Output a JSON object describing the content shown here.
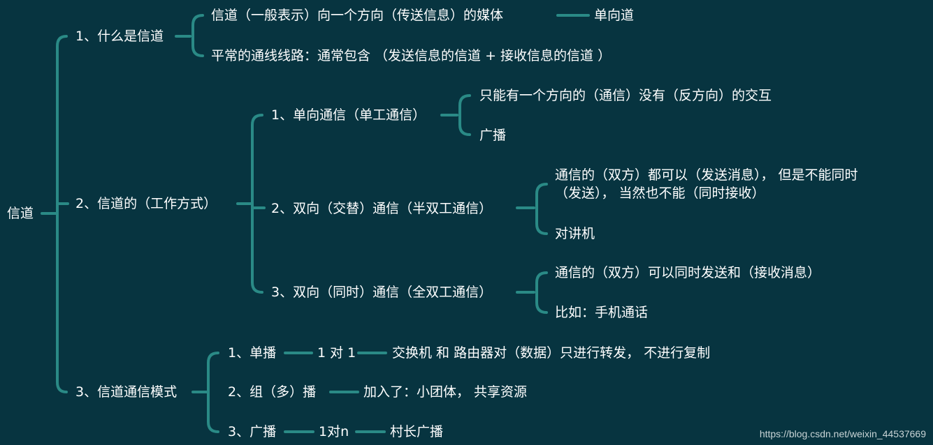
{
  "mindmap": {
    "root": "信道",
    "b1": {
      "label": "1、什么是信道",
      "c1": "信道（一般表示）向一个方向（传送信息）的媒体",
      "c1_tail": "单向道",
      "c2": "平常的通线线路：通常包含 （发送信息的信道 + 接收信息的信道 ）"
    },
    "b2": {
      "label": "2、信道的（工作方式）",
      "s1": {
        "label": "1、单向通信（单工通信）",
        "d1": "只能有一个方向的（通信）没有（反方向）的交互",
        "d2": "广播"
      },
      "s2": {
        "label": "2、双向（交替）通信（半双工通信）",
        "d1": "通信的（双方）都可以（发送消息）， 但是不能同时（发送）， 当然也不能（同时接收）",
        "d2": "对讲机"
      },
      "s3": {
        "label": "3、双向（同时）通信（全双工通信）",
        "d1": "通信的（双方）可以同时发送和（接收消息）",
        "d2": "比如：手机通话"
      }
    },
    "b3": {
      "label": "3、信道通信模式",
      "m1": {
        "label": "1、单播",
        "ratio": "1 对 1",
        "desc": "交换机 和 路由器对（数据）只进行转发， 不进行复制"
      },
      "m2": {
        "label": "2、组（多）播",
        "desc": "加入了：小团体， 共享资源"
      },
      "m3": {
        "label": "3、广播",
        "ratio": "1对n",
        "desc": "村长广播"
      }
    }
  },
  "watermark": "https://blog.csdn.net/weixin_44537669",
  "colors": {
    "background": "#073440",
    "connector": "#2a8a86",
    "text": "#ffffff"
  }
}
